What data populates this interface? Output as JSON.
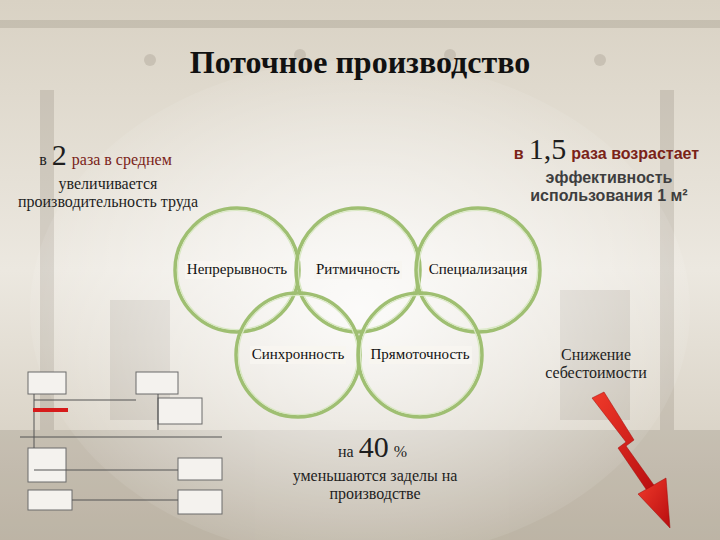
{
  "diagram": {
    "title": "Поточное производство",
    "nodes": [
      {
        "text": [
          "Непрерывность"
        ]
      },
      {
        "text": [
          "Ритмичность"
        ]
      },
      {
        "text": [
          "Специализация"
        ]
      },
      {
        "text": [
          "Синхронность"
        ]
      },
      {
        "text": [
          "Прямоточность"
        ]
      }
    ],
    "labels": [
      "в",
      "2",
      "раза в среднем",
      "увеличивается производительность труда",
      "в",
      "1,5",
      "раза возрастает",
      "эффективность использования 1 м²",
      "Снижение себестоимости",
      "на",
      "40",
      "%",
      "уменьшаются заделы на производстве"
    ]
  }
}
